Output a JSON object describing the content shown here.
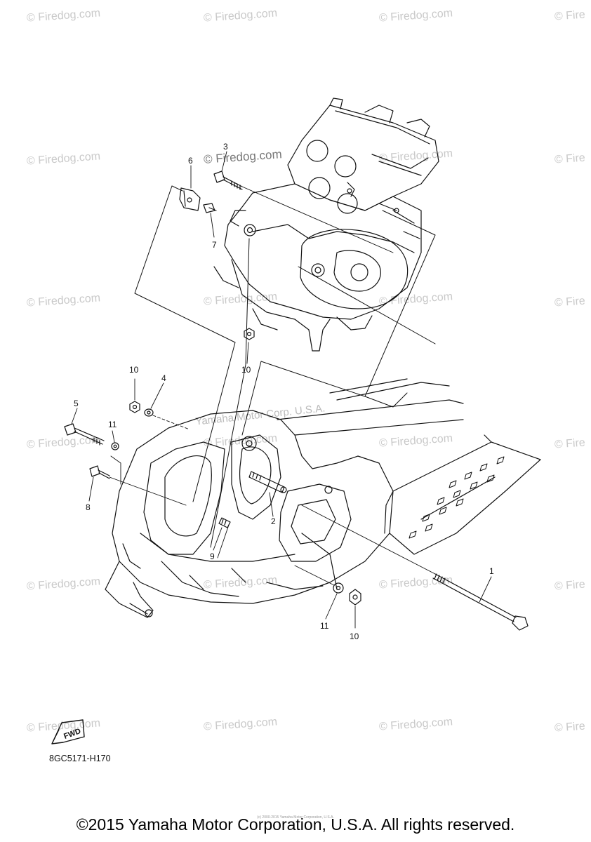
{
  "watermark": "© Firedog.com",
  "watermark_strong": "© Firedog.com",
  "watermark_partial": "© Fire",
  "center_watermark": "Yamaha Motor Corp. U.S.A.",
  "callouts": {
    "c1": "1",
    "c2": "2",
    "c3": "3",
    "c4": "4",
    "c5": "5",
    "c6": "6",
    "c7": "7",
    "c8": "8",
    "c9": "9",
    "c10a": "10",
    "c10b": "10",
    "c10c": "10",
    "c11a": "11",
    "c11b": "11"
  },
  "fwd_label": "FWD",
  "part_code": "8GC5171-H170",
  "tiny_notice": "(c) 2000-2015 Yamaha Motor Corporation, U.S.A.",
  "copyright": "©2015 Yamaha Motor Corporation, U.S.A. All rights reserved."
}
